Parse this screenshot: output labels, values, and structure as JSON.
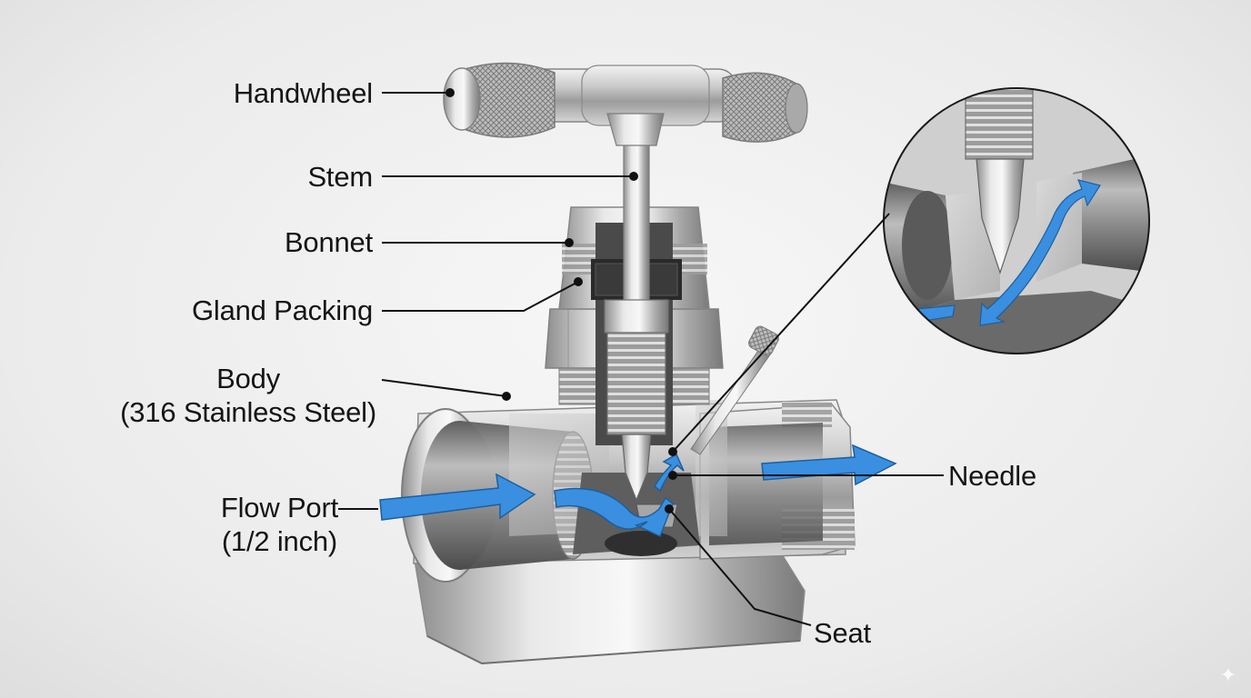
{
  "labels": {
    "handwheel": "Handwheel",
    "stem": "Stem",
    "bonnet": "Bonnet",
    "gland_packing": "Gland Packing",
    "body_line1": "Body",
    "body_line2": "(316 Stainless Steel)",
    "flow_port_line1": "Flow Port",
    "flow_port_line2": "(1/2 inch)",
    "needle": "Needle",
    "seat": "Seat"
  },
  "colors": {
    "flow_arrow": "#3a8fe0",
    "steel_light": "#e6e6e6",
    "steel_mid": "#b5b5b5",
    "steel_dark": "#6d6d6d",
    "leader_line": "#111111"
  },
  "icons": {
    "sparkle": "sparkle-icon"
  }
}
